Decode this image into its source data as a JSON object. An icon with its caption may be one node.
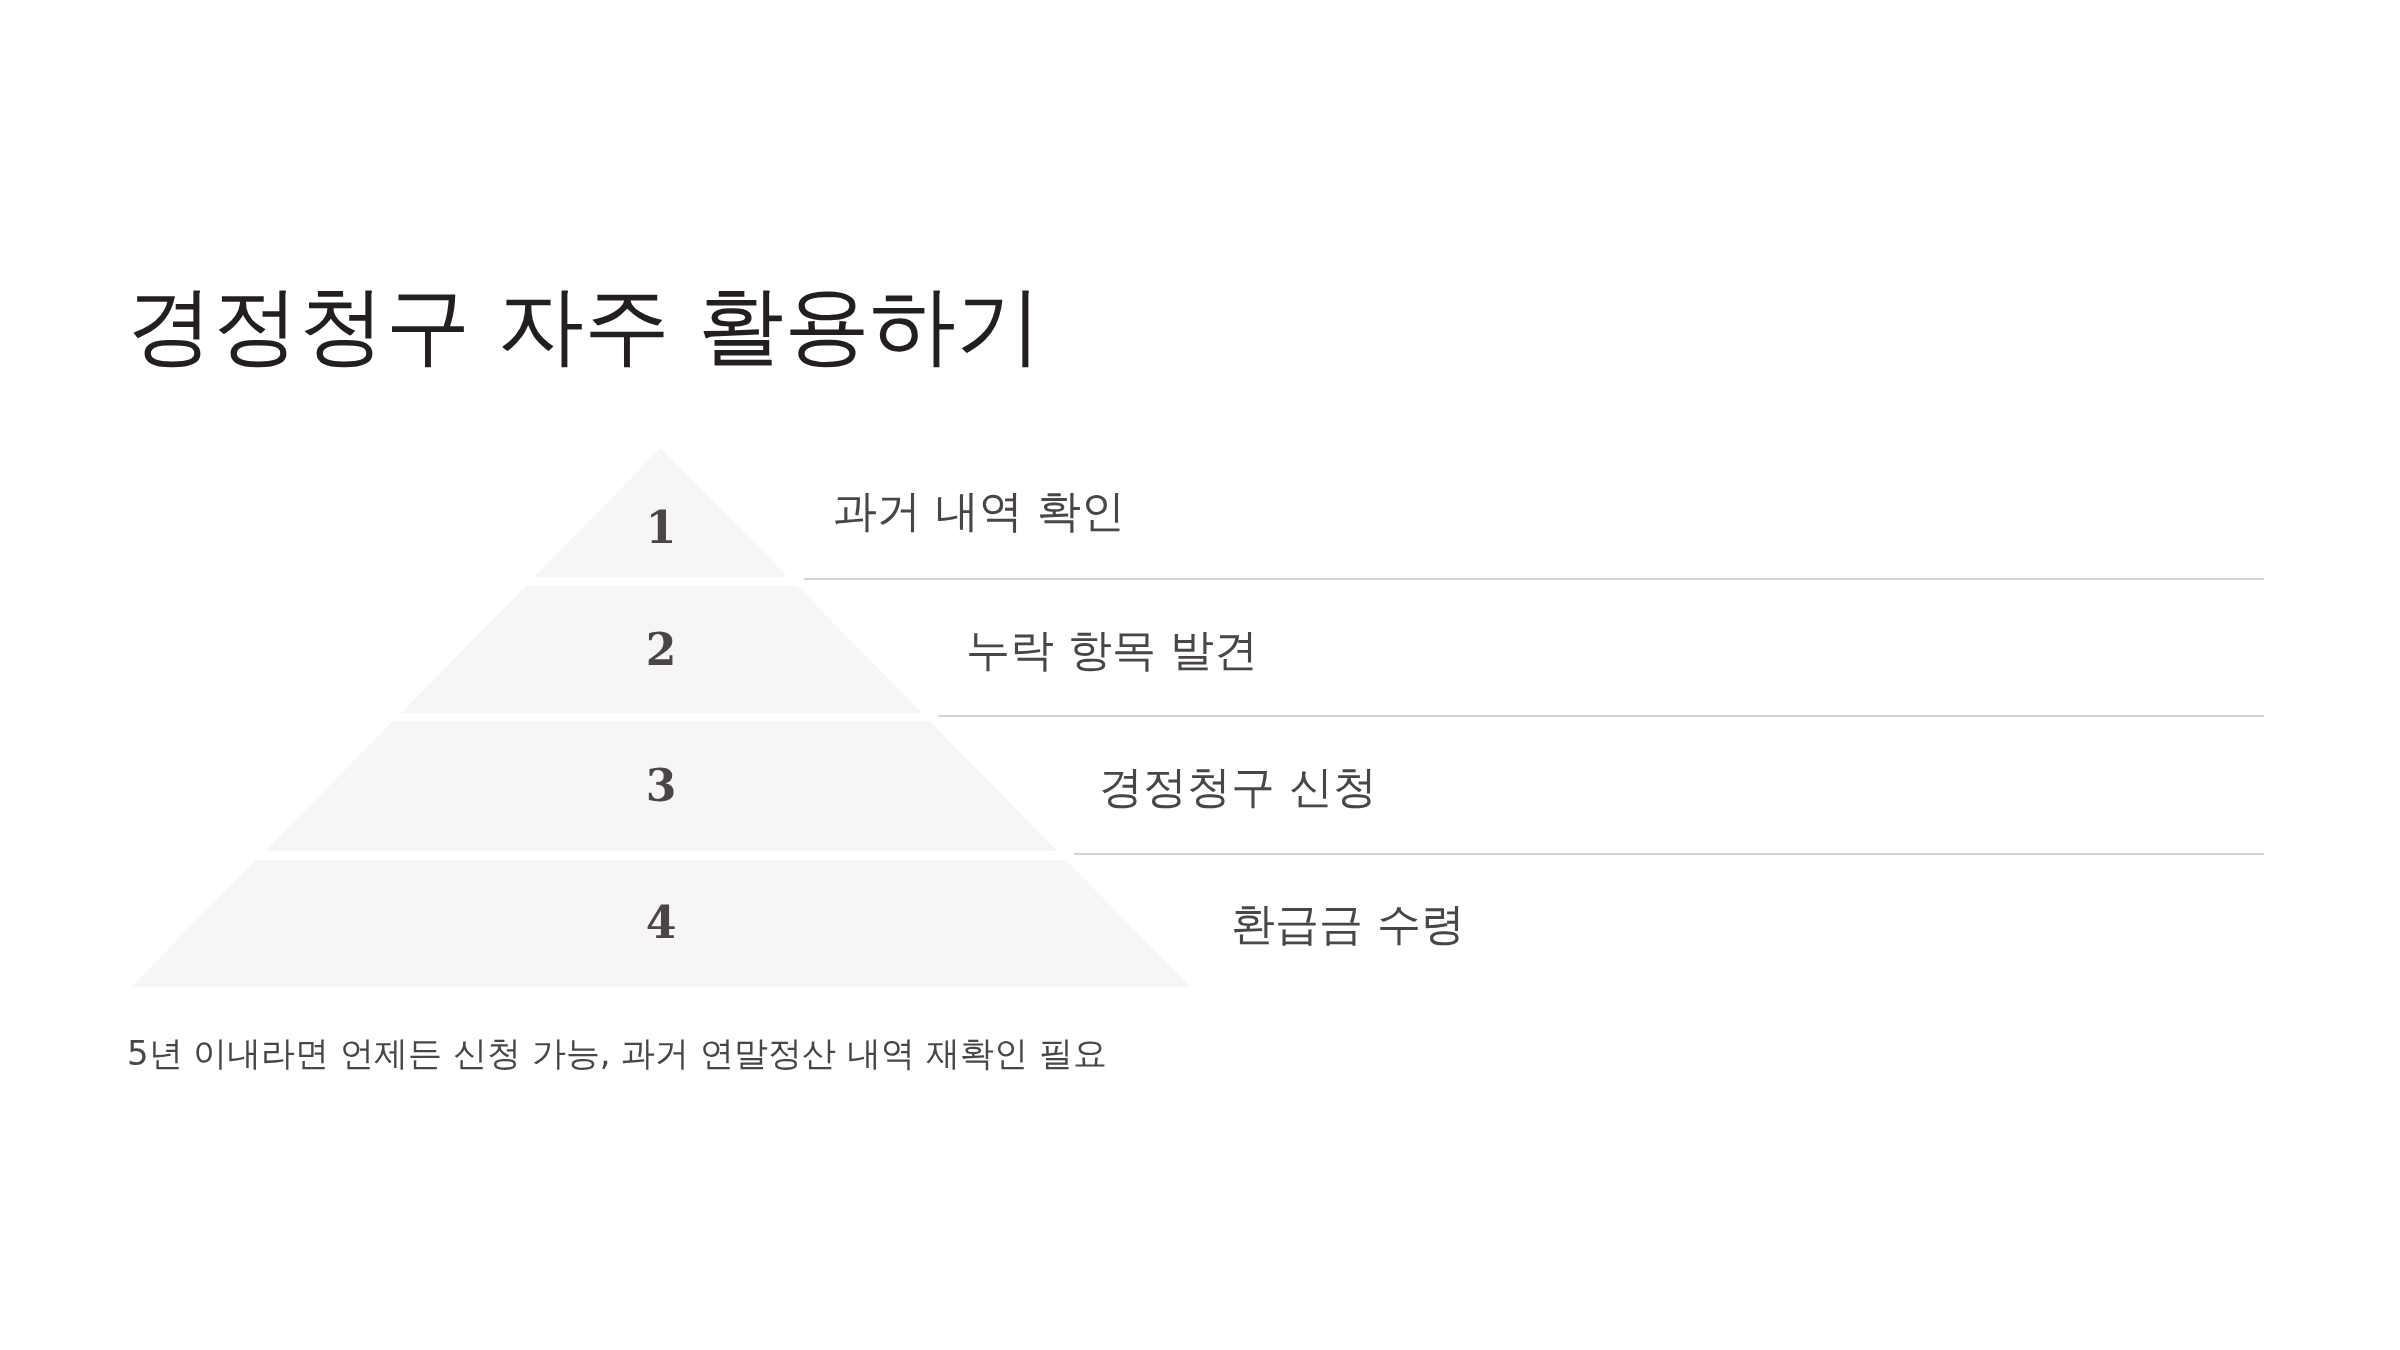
{
  "diagram": {
    "title": "경정청구 자주 활용하기",
    "caption": "5년 이내라면 언제든 신청 가능, 과거 연말정산 내역 재확인 필요",
    "nodes": [
      {
        "text": [
          "1"
        ],
        "beside": [
          "과거 내역 확인"
        ]
      },
      {
        "text": [
          "2"
        ],
        "beside": [
          "누락 항목 발견"
        ]
      },
      {
        "text": [
          "3"
        ],
        "beside": [
          "경정청구 신청"
        ]
      },
      {
        "text": [
          "4"
        ],
        "beside": [
          "환급금 수령"
        ]
      }
    ]
  }
}
